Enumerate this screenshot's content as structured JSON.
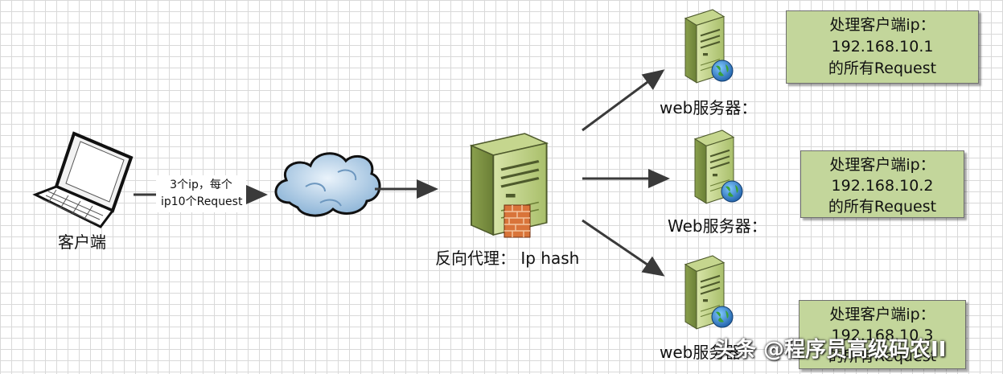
{
  "client": {
    "label": "客户端"
  },
  "arrow_label": {
    "line1": "3个ip，每个",
    "line2": "ip10个Request"
  },
  "proxy": {
    "label": "反向代理：  Ip hash"
  },
  "servers": [
    {
      "label": "web服务器："
    },
    {
      "label": "Web服务器："
    },
    {
      "label": "web服务器："
    }
  ],
  "notes": [
    {
      "line1": "处理客户端ip：",
      "line2": "192.168.10.1",
      "line3": "的所有Request"
    },
    {
      "line1": "处理客户端ip：",
      "line2": "192.168.10.2",
      "line3": "的所有Request"
    },
    {
      "line1": "处理客户端ip：",
      "line2": "192.168.10.3",
      "line3": "的所有Request"
    }
  ],
  "watermark": "头条 @程序员高级码农II",
  "colors": {
    "note_fill": "#c3d69b",
    "server_green": "#a9bf6b",
    "firewall": "#d9743a",
    "grid": "#d9d9d9"
  }
}
